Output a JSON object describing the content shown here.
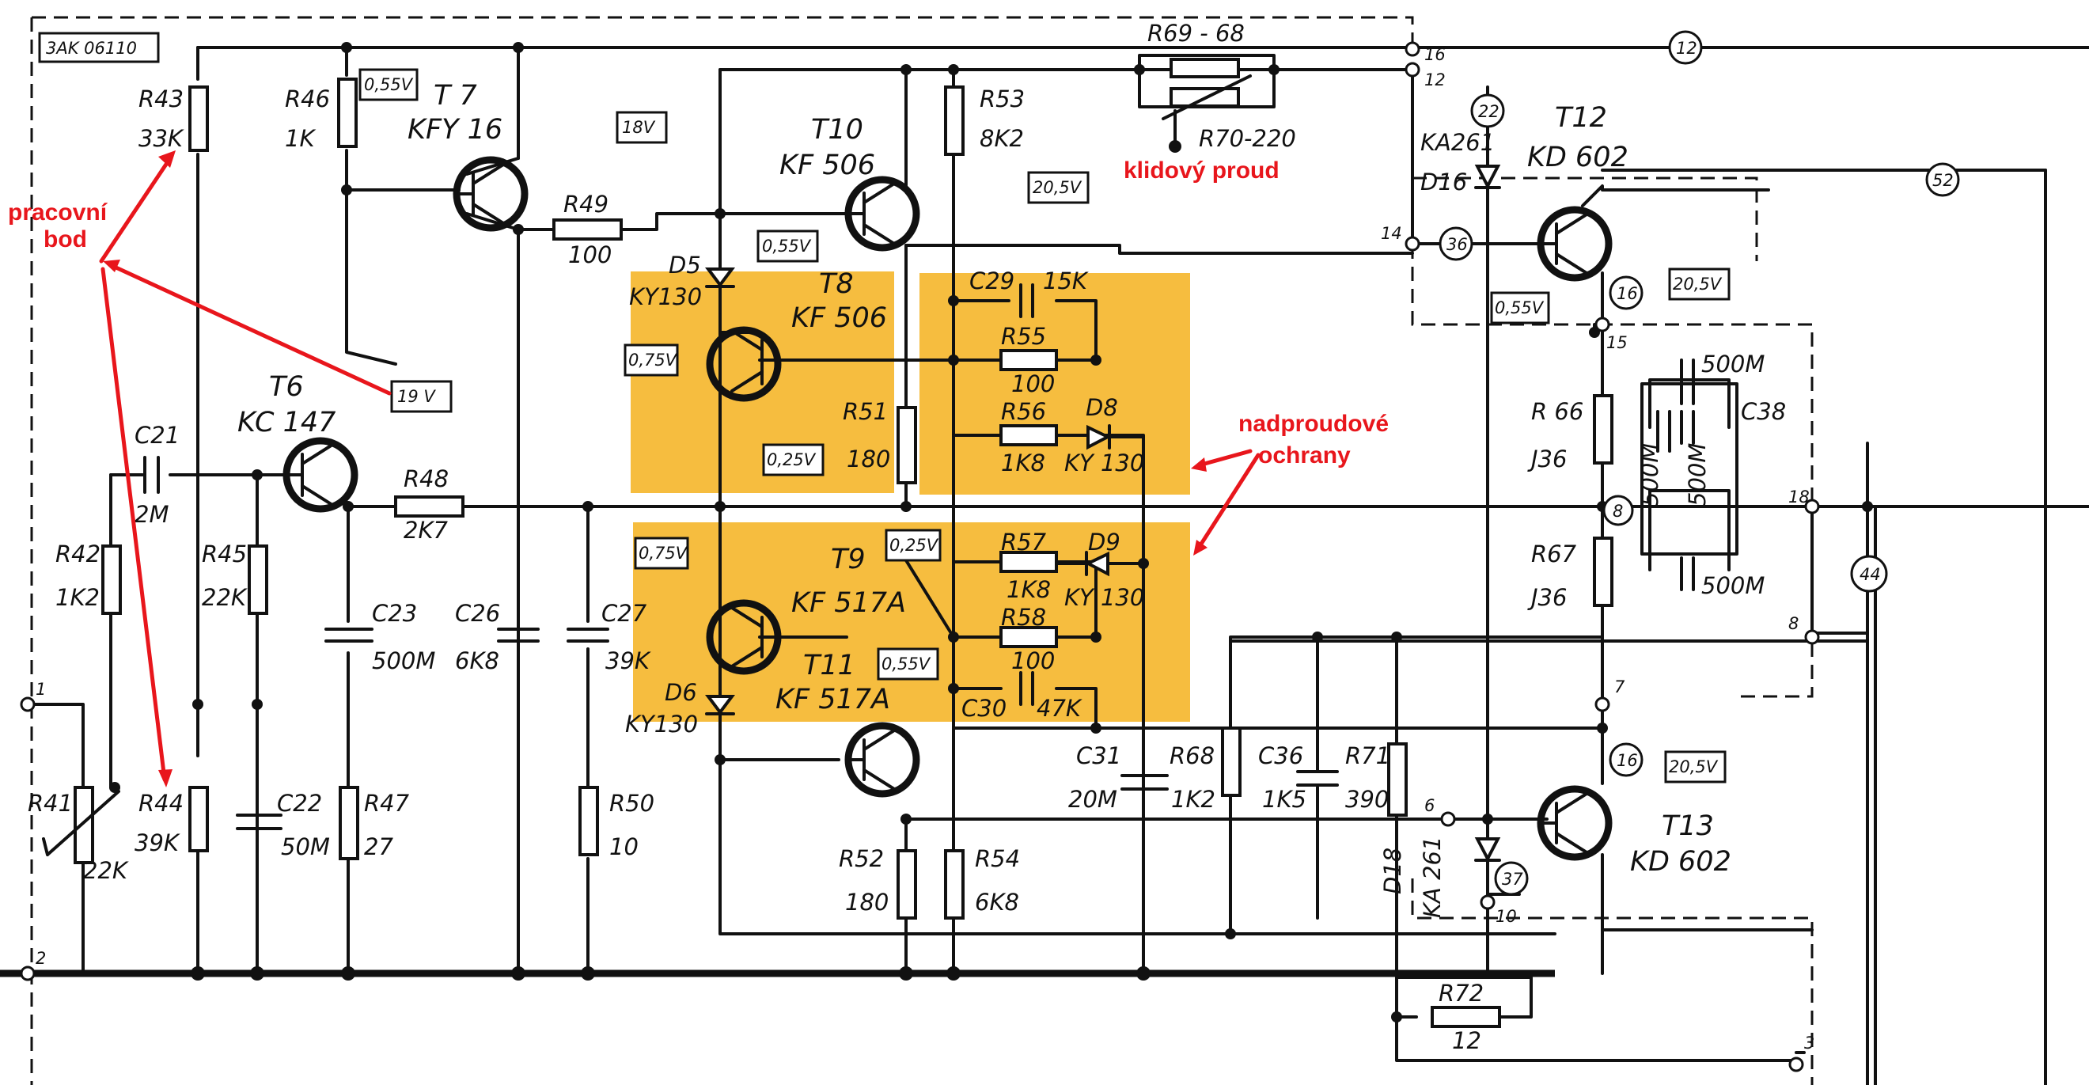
{
  "header": {
    "code": "3AK 06110"
  },
  "annotations": {
    "working_point": [
      "pracovní",
      "bod"
    ],
    "quiescent": "klidový proud",
    "overcurrent": [
      "nadproudové",
      "ochrany"
    ]
  },
  "voltages": {
    "t7_ref": "0,55V",
    "v18": "18V",
    "v19": "19 V",
    "t10_be": "0,55V",
    "v20a": "20,5V",
    "v20b": "20,5V",
    "v20c": "20,5V",
    "t8_be": "0,75V",
    "t9_be": "0,75V",
    "r51_v": "0,25V",
    "t9_ref": "0,25V",
    "t11_be": "0,55V",
    "t12_be": "0,55V"
  },
  "transistors": {
    "t7": [
      "T 7",
      "KFY 16"
    ],
    "t6": [
      "T6",
      "KC 147"
    ],
    "t10": [
      "T10",
      "KF 506"
    ],
    "t8": [
      "T8",
      "KF 506"
    ],
    "t9": [
      "T9",
      "KF 517A"
    ],
    "t11": [
      "T11",
      "KF 517A"
    ],
    "t12": [
      "T12",
      "KD 602"
    ],
    "t13": [
      "T13",
      "KD 602"
    ]
  },
  "components": {
    "r43": [
      "R43",
      "33K"
    ],
    "r46": [
      "R46",
      "1K"
    ],
    "r49": [
      "R49",
      "100"
    ],
    "r53": [
      "R53",
      "8K2"
    ],
    "r69": "R69 - 68",
    "r70": "R70-220",
    "c21": [
      "C21",
      "2M"
    ],
    "r42": [
      "R42",
      "1K2"
    ],
    "r45": [
      "R45",
      "22K"
    ],
    "r48": [
      "R48",
      "2K7"
    ],
    "c23": [
      "C23",
      "500M"
    ],
    "c26": [
      "C26",
      "6K8"
    ],
    "c27": [
      "C27",
      "39K"
    ],
    "r51": [
      "R51",
      "180"
    ],
    "d5": [
      "D5",
      "KY130"
    ],
    "c29": [
      "C29",
      "15K"
    ],
    "r55": [
      "R55",
      "100"
    ],
    "r56": [
      "R56",
      "1K8"
    ],
    "d8": [
      "D8",
      "KY 130"
    ],
    "r57": [
      "R57",
      "1K8"
    ],
    "d9": [
      "D9",
      "KY 130"
    ],
    "r58": [
      "R58",
      "100"
    ],
    "c30": [
      "C30",
      "47K"
    ],
    "d6": [
      "D6",
      "KY130"
    ],
    "r41": [
      "R41",
      "22K"
    ],
    "r44": [
      "R44",
      "39K"
    ],
    "c22": [
      "C22",
      "50M"
    ],
    "r47": [
      "R47",
      "27"
    ],
    "r50": [
      "R50",
      "10"
    ],
    "r52": [
      "R52",
      "180"
    ],
    "r54": [
      "R54",
      "6K8"
    ],
    "c31": [
      "C31",
      "20M"
    ],
    "r68": [
      "R68",
      "1K2"
    ],
    "c36": [
      "C36",
      "1K5"
    ],
    "r71": [
      "R71",
      "390"
    ],
    "d16": [
      "KA261",
      "D16"
    ],
    "d18": [
      "D18",
      "KA 261"
    ],
    "r66": [
      "R 66",
      "J36"
    ],
    "r67": [
      "R67",
      "J36"
    ],
    "c38": "C38",
    "c38a": "500M",
    "c38b": "500M",
    "c38c": "500M",
    "c38d": "500M",
    "r72": [
      "R72",
      "12"
    ]
  },
  "terminals": {
    "t1": "1",
    "t2": "2",
    "t3": "3",
    "t6": "6",
    "t7": "7",
    "t8": "8",
    "t10": "10",
    "t12": "12",
    "t14": "14",
    "t15": "15",
    "t16": "16",
    "t18": "18"
  },
  "circled": {
    "c12": "12",
    "c52": "52",
    "c22": "22",
    "c36": "36",
    "c16a": "16",
    "c16b": "16",
    "c8": "8",
    "c37": "37",
    "c44": "44"
  }
}
